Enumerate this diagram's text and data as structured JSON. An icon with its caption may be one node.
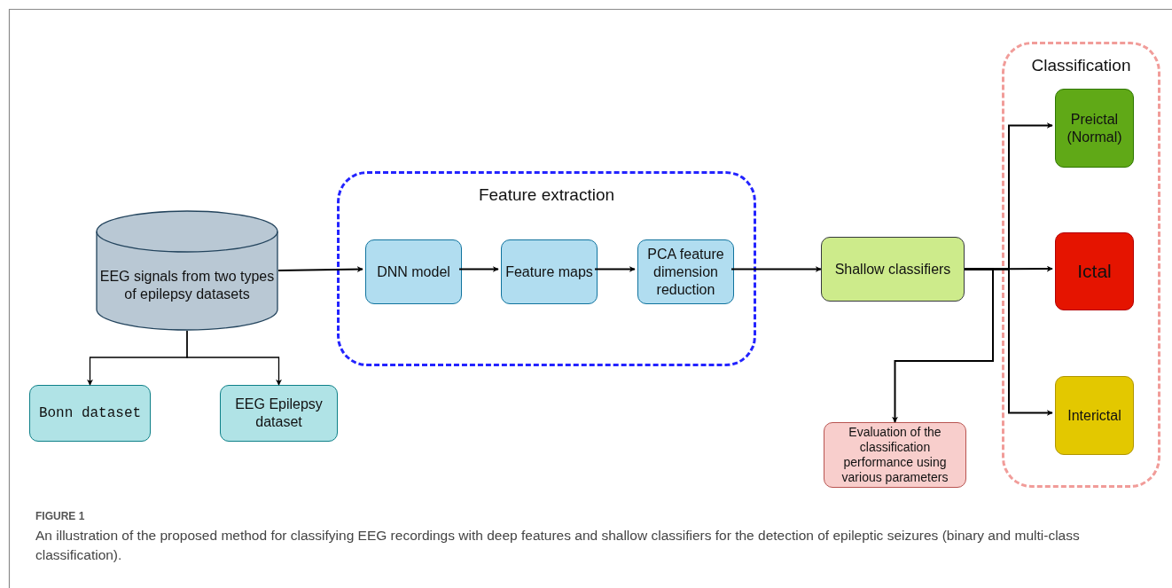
{
  "diagram": {
    "caption": "An illustration of the proposed method for classifying EEG recordings with deep features and shallow classifiers for the detection of epileptic seizures (binary and multi-class classification).",
    "nodes": [
      {
        "text": [
          "EEG signals from two types of epilepsy datasets"
        ]
      },
      {
        "text": [
          "Bonn dataset"
        ]
      },
      {
        "text": [
          "EEG Epilepsy dataset"
        ]
      },
      {
        "text": [
          "Feature extraction"
        ]
      },
      {
        "text": [
          "DNN model"
        ],
        "in": 3
      },
      {
        "text": [
          "Feature maps"
        ],
        "in": 3
      },
      {
        "text": [
          "PCA feature dimension reduction"
        ],
        "in": 3
      },
      {
        "text": [
          "Shallow classifiers"
        ]
      },
      {
        "text": [
          "Classification"
        ]
      },
      {
        "text": [
          "Preictal (Normal)"
        ],
        "in": 8
      },
      {
        "text": [
          "Ictal"
        ],
        "in": 8
      },
      {
        "text": [
          "Interictal"
        ],
        "in": 8
      },
      {
        "text": [
          "Evaluation of the classification performance using various parameters"
        ]
      }
    ],
    "edges": [
      {
        "from": 0,
        "to": 1,
        "arrow": "to"
      },
      {
        "from": 0,
        "to": 2,
        "arrow": "to"
      },
      {
        "from": 0,
        "to": 4,
        "arrow": "to"
      },
      {
        "from": 4,
        "to": 5,
        "arrow": "to"
      },
      {
        "from": 5,
        "to": 6,
        "arrow": "to"
      },
      {
        "from": 6,
        "to": 7,
        "arrow": "to"
      },
      {
        "from": 7,
        "to": 9,
        "arrow": "to"
      },
      {
        "from": 7,
        "to": 10,
        "arrow": "to"
      },
      {
        "from": 7,
        "to": 11,
        "arrow": "to"
      },
      {
        "from": 7,
        "to": 12,
        "arrow": "to"
      }
    ],
    "labels": [
      "FIGURE 1"
    ]
  }
}
